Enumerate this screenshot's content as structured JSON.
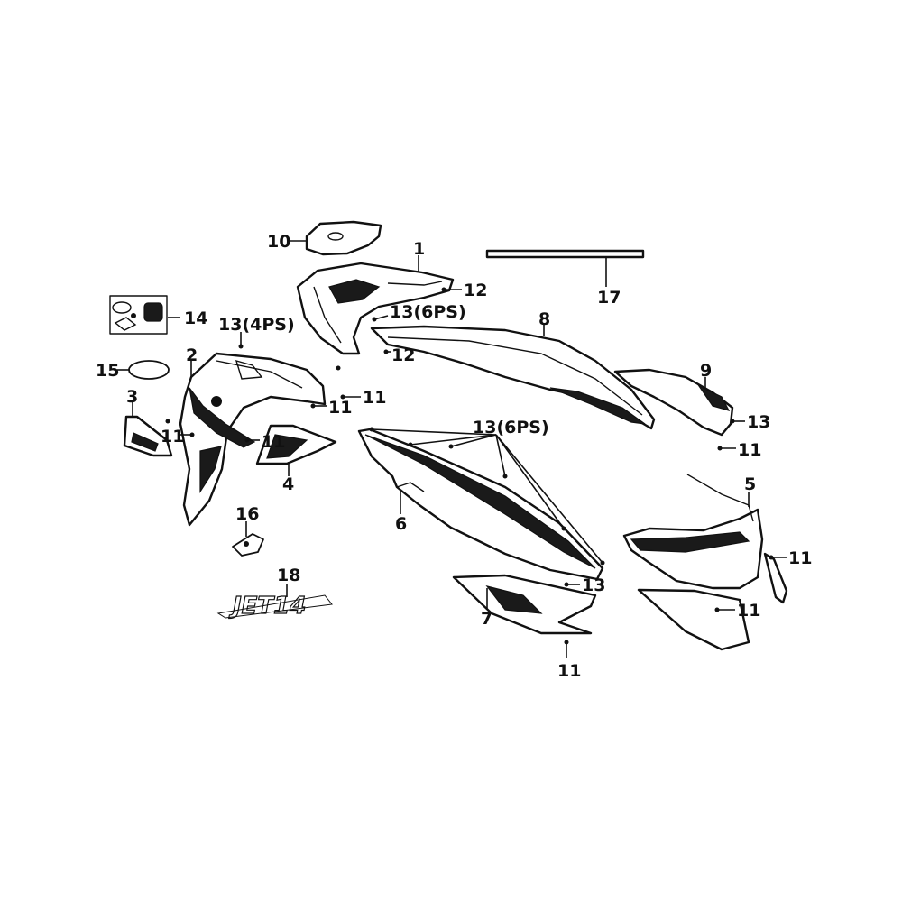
{
  "diagram": {
    "callouts": [
      {
        "id": "c1",
        "text": "1"
      },
      {
        "id": "c2",
        "text": "2"
      },
      {
        "id": "c3",
        "text": "3"
      },
      {
        "id": "c4",
        "text": "4"
      },
      {
        "id": "c5",
        "text": "5"
      },
      {
        "id": "c6",
        "text": "6"
      },
      {
        "id": "c7",
        "text": "7"
      },
      {
        "id": "c8",
        "text": "8"
      },
      {
        "id": "c9",
        "text": "9"
      },
      {
        "id": "c10",
        "text": "10"
      },
      {
        "id": "c11a",
        "text": "11"
      },
      {
        "id": "c11b",
        "text": "11"
      },
      {
        "id": "c11c",
        "text": "11"
      },
      {
        "id": "c11d",
        "text": "11"
      },
      {
        "id": "c11e",
        "text": "11"
      },
      {
        "id": "c11f",
        "text": "11"
      },
      {
        "id": "c11g",
        "text": "11"
      },
      {
        "id": "c11h",
        "text": "11"
      },
      {
        "id": "c12a",
        "text": "12"
      },
      {
        "id": "c12b",
        "text": "12"
      },
      {
        "id": "c13_4ps",
        "text": "13(4PS)"
      },
      {
        "id": "c13_6ps_top",
        "text": "13(6PS)"
      },
      {
        "id": "c13_6ps_mid",
        "text": "13(6PS)"
      },
      {
        "id": "c13a",
        "text": "13"
      },
      {
        "id": "c13b",
        "text": "13"
      },
      {
        "id": "c14",
        "text": "14"
      },
      {
        "id": "c15",
        "text": "15"
      },
      {
        "id": "c16",
        "text": "16"
      },
      {
        "id": "c17",
        "text": "17"
      },
      {
        "id": "c18",
        "text": "18"
      }
    ],
    "emblem_text": "JET14"
  }
}
